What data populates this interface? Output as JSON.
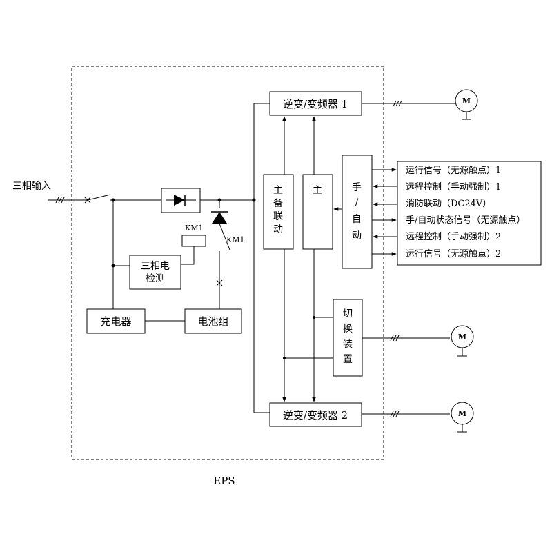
{
  "diagram": {
    "system_label": "EPS",
    "input_label": "三相输入",
    "contactor_coil_label": "KM1",
    "contactor_contact_label": "KM1",
    "phase_detect_label": [
      "三相电",
      "检测"
    ],
    "charger_label": "充电器",
    "battery_label": "电池组",
    "inverter_1_label": "逆变/变频器 1",
    "inverter_2_label": "逆变/变频器 2",
    "master_standby_label": [
      "主",
      "备",
      "联",
      "动"
    ],
    "master_label": "主",
    "manual_auto_label": [
      "手",
      "/",
      "自",
      "动"
    ],
    "switch_device_label": [
      "切",
      "换",
      "装",
      "置"
    ],
    "signals": [
      "运行信号（无源触点）1",
      "远程控制（手动强制）1",
      "消防联动（DC24V）",
      "手/自动状态信号（无源触点）",
      "远程控制（手动强制）2",
      "运行信号（无源触点）2"
    ],
    "motor_symbol": "M"
  }
}
